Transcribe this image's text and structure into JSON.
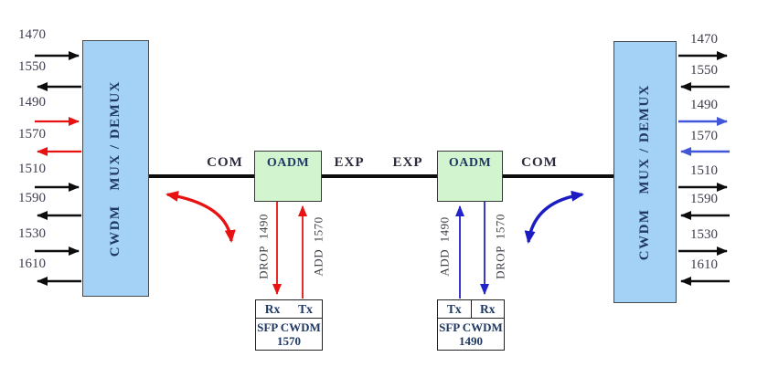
{
  "diagram": {
    "left_mux": {
      "label": "CWDM   MUX / DEMUX"
    },
    "right_mux": {
      "label": "CWDM   MUX / DEMUX"
    },
    "left_ports": [
      {
        "wavelength": "1470",
        "direction": "in",
        "color": "black"
      },
      {
        "wavelength": "1550",
        "direction": "out",
        "color": "black"
      },
      {
        "wavelength": "1490",
        "direction": "in",
        "color": "red"
      },
      {
        "wavelength": "1570",
        "direction": "out",
        "color": "red"
      },
      {
        "wavelength": "1510",
        "direction": "in",
        "color": "black"
      },
      {
        "wavelength": "1590",
        "direction": "out",
        "color": "black"
      },
      {
        "wavelength": "1530",
        "direction": "in",
        "color": "black"
      },
      {
        "wavelength": "1610",
        "direction": "out",
        "color": "black"
      }
    ],
    "right_ports": [
      {
        "wavelength": "1470",
        "direction": "out",
        "color": "black"
      },
      {
        "wavelength": "1550",
        "direction": "in",
        "color": "black"
      },
      {
        "wavelength": "1490",
        "direction": "out",
        "color": "blue"
      },
      {
        "wavelength": "1570",
        "direction": "in",
        "color": "blue"
      },
      {
        "wavelength": "1510",
        "direction": "out",
        "color": "black"
      },
      {
        "wavelength": "1590",
        "direction": "in",
        "color": "black"
      },
      {
        "wavelength": "1530",
        "direction": "out",
        "color": "black"
      },
      {
        "wavelength": "1610",
        "direction": "in",
        "color": "black"
      }
    ],
    "bus": {
      "com_left": "COM",
      "exp_left": "EXP",
      "exp_right": "EXP",
      "com_right": "COM"
    },
    "oadm1": {
      "label": "OADM",
      "drop_label": "DROP  1490",
      "add_label": "ADD  1570"
    },
    "oadm2": {
      "label": "OADM",
      "add_label": "ADD  1490",
      "drop_label": "DROP  1570"
    },
    "sfp1": {
      "rx_label": "Rx",
      "tx_label": "Tx",
      "name_line1": "SFP CWDM",
      "name_line2": "1570"
    },
    "sfp2": {
      "tx_label": "Tx",
      "rx_label": "Rx",
      "name_line1": "SFP CWDM",
      "name_line2": "1490"
    },
    "colors": {
      "mux_fill": "#a4d2f7",
      "oadm_fill": "#d2f4cf",
      "red": "#e81212",
      "blue": "#2323cb",
      "blue_light": "#4156d8",
      "line_black": "#0d0d0d",
      "text_navy": "#1f3864"
    }
  }
}
